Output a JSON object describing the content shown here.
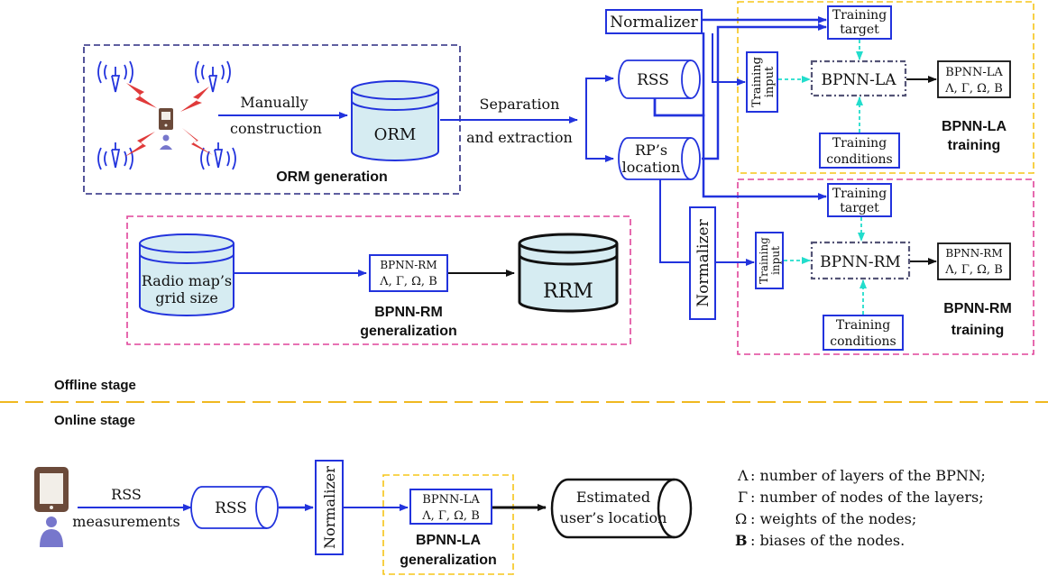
{
  "orm_section": {
    "manually": "Manually",
    "construction": "construction",
    "orm_db": "ORM",
    "caption": "ORM generation"
  },
  "separation": {
    "line1": "Separation",
    "line2": "and  extraction"
  },
  "normalizer_top": "Normalizer",
  "normalizer_mid": "Normalizer",
  "normalizer_online": "Normalizer",
  "rss_cyl": "RSS",
  "rp_cyl": {
    "line1": "RP’s",
    "line2": "location"
  },
  "la_training": {
    "target_l1": "Training",
    "target_l2": "target",
    "input_l1": "Training",
    "input_l2": "input",
    "bpnn": "BPNN-LA",
    "out_l1": "BPNN-LA",
    "out_l2": "Λ, Γ, Ω, B",
    "cond_l1": "Training",
    "cond_l2": "conditions",
    "caption_l1": "BPNN-LA",
    "caption_l2": "training"
  },
  "rm_training": {
    "target_l1": "Training",
    "target_l2": "target",
    "input_l1": "Training",
    "input_l2": "input",
    "bpnn": "BPNN-RM",
    "out_l1": "BPNN-RM",
    "out_l2": "Λ, Γ, Ω, B",
    "cond_l1": "Training",
    "cond_l2": "conditions",
    "caption_l1": "BPNN-RM",
    "caption_l2": "training"
  },
  "rm_general": {
    "grid_l1": "Radio map’s",
    "grid_l2": "grid size",
    "box_l1": "BPNN-RM",
    "box_l2": "Λ, Γ, Ω, B",
    "rrm": "RRM",
    "caption_l1": "BPNN-RM",
    "caption_l2": "generalization"
  },
  "stages": {
    "offline": "Offline stage",
    "online": "Online stage"
  },
  "online": {
    "rss_label": "RSS",
    "measurements": "measurements",
    "rss_cyl": "RSS",
    "la_box_l1": "BPNN-LA",
    "la_box_l2": "Λ, Γ, Ω, B",
    "la_caption_l1": "BPNN-LA",
    "la_caption_l2": "generalization",
    "est_l1": "Estimated",
    "est_l2": "user’s location"
  },
  "legend": [
    {
      "sym": "Λ",
      "text": ": number of layers of the BPNN;"
    },
    {
      "sym": "Γ",
      "text": ": number of nodes of the layers;"
    },
    {
      "sym": "Ω",
      "text": ": weights of the nodes;"
    },
    {
      "sym": "B",
      "text": ": biases of the nodes."
    }
  ],
  "colors": {
    "blue": "#2233dd",
    "navy": "#2a2a80",
    "magenta": "#e0449a",
    "yellow": "#f5c518",
    "cyan": "#22ddcc",
    "fill_light": "#d6ecf2",
    "red": "#e03a3a",
    "divider": "#f0b820"
  }
}
